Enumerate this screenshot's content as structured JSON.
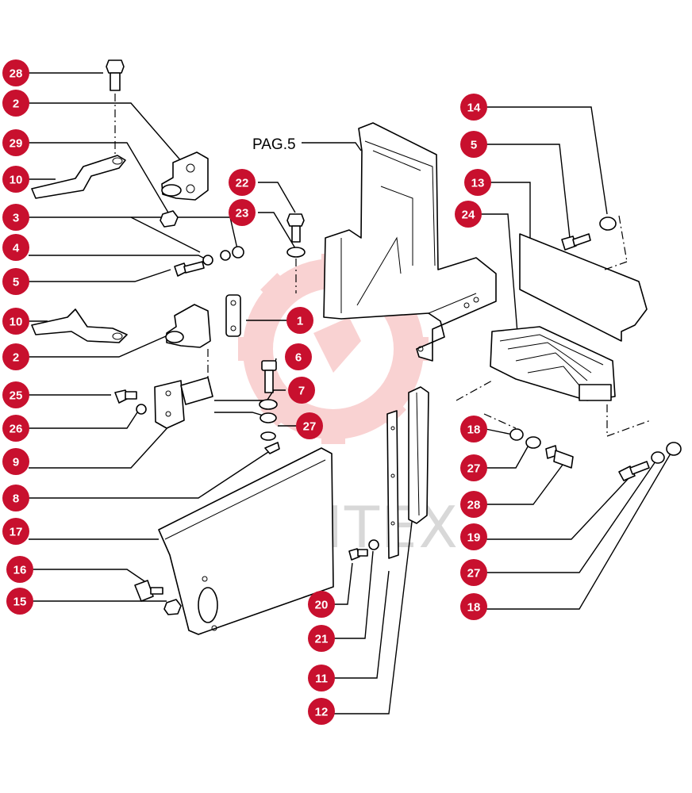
{
  "reference_label": "PAG.5",
  "watermark_text": "ИНТЕХ",
  "colors": {
    "callout": "#c8102e",
    "callout_text": "#ffffff",
    "line": "#000000",
    "watermark": "#f4b8b8"
  },
  "callouts": [
    {
      "num": "28"
    },
    {
      "num": "2"
    },
    {
      "num": "29"
    },
    {
      "num": "10"
    },
    {
      "num": "3"
    },
    {
      "num": "4"
    },
    {
      "num": "5"
    },
    {
      "num": "10"
    },
    {
      "num": "2"
    },
    {
      "num": "25"
    },
    {
      "num": "26"
    },
    {
      "num": "9"
    },
    {
      "num": "8"
    },
    {
      "num": "17"
    },
    {
      "num": "16"
    },
    {
      "num": "15"
    },
    {
      "num": "22"
    },
    {
      "num": "23"
    },
    {
      "num": "1"
    },
    {
      "num": "6"
    },
    {
      "num": "7"
    },
    {
      "num": "27"
    },
    {
      "num": "20"
    },
    {
      "num": "21"
    },
    {
      "num": "11"
    },
    {
      "num": "12"
    },
    {
      "num": "14"
    },
    {
      "num": "5"
    },
    {
      "num": "13"
    },
    {
      "num": "24"
    },
    {
      "num": "18"
    },
    {
      "num": "27"
    },
    {
      "num": "28"
    },
    {
      "num": "19"
    },
    {
      "num": "27"
    },
    {
      "num": "18"
    }
  ]
}
